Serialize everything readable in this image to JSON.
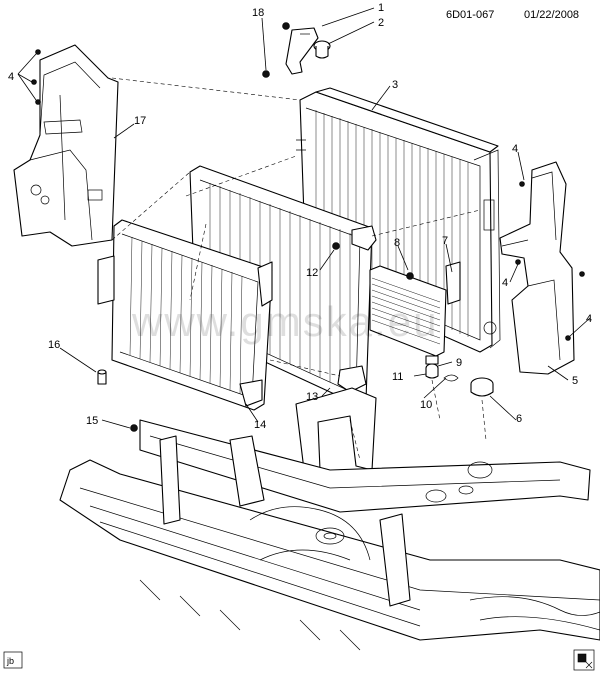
{
  "header": {
    "code": "6D01-067",
    "date": "01/22/2008"
  },
  "watermark": "www.gmska.eu",
  "corner_tag": "jb",
  "callouts": [
    "1",
    "2",
    "3",
    "4",
    "4",
    "4",
    "4",
    "5",
    "6",
    "7",
    "8",
    "9",
    "10",
    "11",
    "12",
    "13",
    "14",
    "15",
    "16",
    "17",
    "18"
  ]
}
